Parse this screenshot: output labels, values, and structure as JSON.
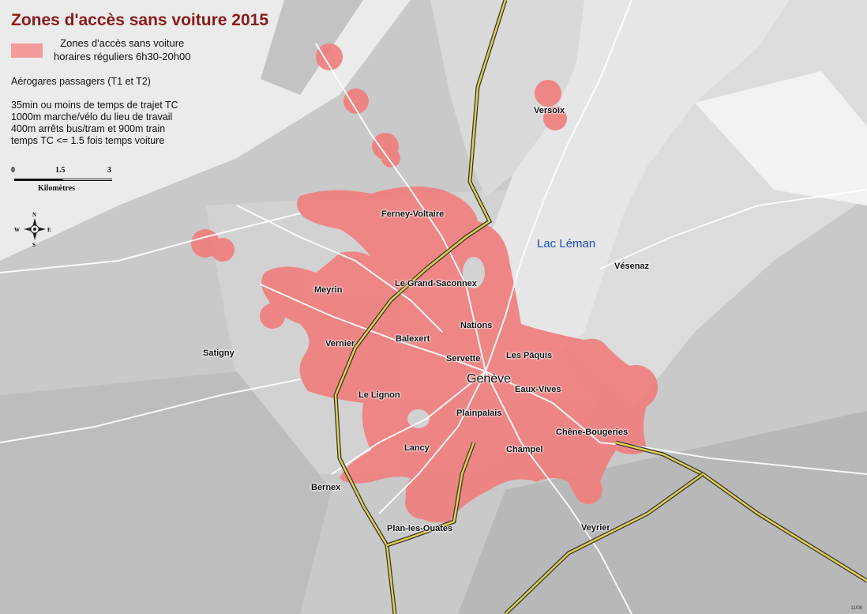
{
  "map": {
    "title": "Zones d'accès sans voiture 2015",
    "legend": {
      "zone_line1": "Zones d'accès sans voiture",
      "zone_line2": "horaires réguliers  6h30-20h00",
      "zone_color": "#f49a9a",
      "airport": "Aérogares passagers (T1 et T2)",
      "criteria": [
        "35min ou moins de temps de trajet TC",
        "1000m marche/vélo du lieu de travail",
        "400m arrêts bus/tram et 900m train",
        "temps TC <= 1.5 fois temps voiture"
      ]
    },
    "scale": {
      "ticks": [
        "0",
        "1.5",
        "3"
      ],
      "unit": "Kilomètres"
    },
    "compass": {
      "n": "N",
      "s": "S",
      "e": "E",
      "w": "W"
    },
    "lake": "Lac Léman",
    "places": {
      "versoix": "Versoix",
      "ferney": "Ferney-Voltaire",
      "vesenaz": "Vésenaz",
      "saconnex": "Le Grand-Saconnex",
      "meyrin": "Meyrin",
      "nations": "Nations",
      "balexert": "Balexert",
      "vernier": "Vernier",
      "satigny": "Satigny",
      "paquis": "Les Pâquis",
      "servette": "Servette",
      "geneve": "Genève",
      "lignon": "Le Lignon",
      "eauxvives": "Eaux-Vives",
      "plainpalais": "Plainpalais",
      "chene": "Chêne-Bougeries",
      "lancy": "Lancy",
      "champel": "Champel",
      "bernex": "Bernex",
      "veyrier": "Veyrier",
      "planlesouates": "Plan-les-Ouates"
    },
    "footer": "11/08",
    "colors": {
      "terrain": "#c9c9c9",
      "lake": "#e6e6e6",
      "zone": "#f07f7f",
      "rail": "#d9c84a",
      "road": "#ffffff"
    }
  }
}
